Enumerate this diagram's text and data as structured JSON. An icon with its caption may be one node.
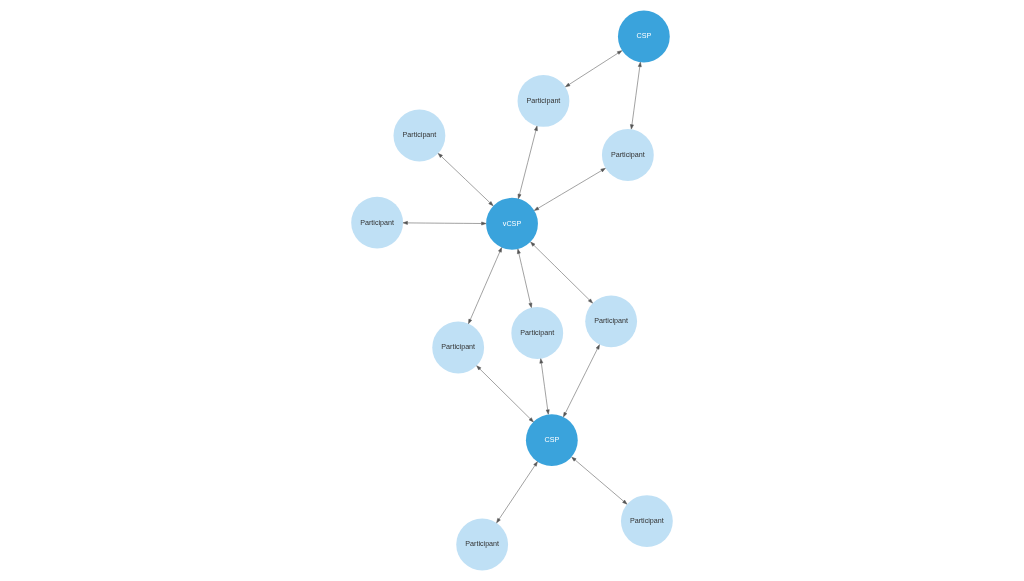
{
  "diagram": {
    "nodes": [
      {
        "text": [
          "Participant"
        ]
      },
      {
        "text": [
          "Participant"
        ]
      },
      {
        "text": [
          "Participant"
        ]
      },
      {
        "text": [
          "CSP"
        ]
      },
      {
        "text": [
          "vCSP"
        ]
      },
      {
        "text": [
          "Participant"
        ]
      },
      {
        "text": [
          "CSP"
        ]
      },
      {
        "text": [
          "Participant"
        ]
      },
      {
        "text": [
          "Participant"
        ]
      },
      {
        "text": [
          "Participant"
        ]
      },
      {
        "text": [
          "Participant"
        ]
      },
      {
        "text": [
          "Participant"
        ]
      }
    ],
    "edges": [
      {
        "from": 3,
        "to": 0,
        "arrow": "both"
      },
      {
        "from": 3,
        "to": 7,
        "arrow": "both"
      },
      {
        "from": 0,
        "to": 4,
        "arrow": "both"
      },
      {
        "from": 4,
        "to": 1,
        "arrow": "both"
      },
      {
        "from": 4,
        "to": 5,
        "arrow": "both"
      },
      {
        "from": 5,
        "to": 6,
        "arrow": "both"
      },
      {
        "from": 4,
        "to": 7,
        "arrow": "both"
      },
      {
        "from": 4,
        "to": 10,
        "arrow": "both"
      },
      {
        "from": 4,
        "to": 11,
        "arrow": "both"
      },
      {
        "from": 4,
        "to": 9,
        "arrow": "both"
      },
      {
        "from": 1,
        "to": 6,
        "arrow": "both"
      },
      {
        "from": 2,
        "to": 6,
        "arrow": "both"
      },
      {
        "from": 6,
        "to": 9,
        "arrow": "both"
      },
      {
        "from": 6,
        "to": 8,
        "arrow": "both"
      }
    ]
  }
}
